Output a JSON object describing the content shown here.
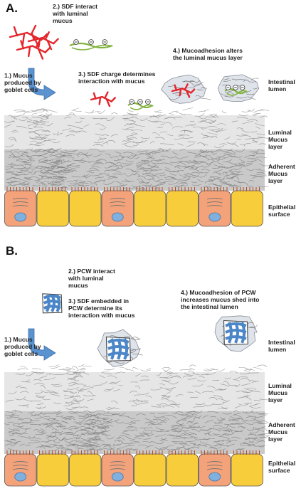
{
  "panels": [
    {
      "letter": "A.",
      "step1": "1.) Mucus\nproduced by\ngoblet cells",
      "step2": "2.) SDF interact\nwith luminal\nmucus",
      "step3": "3.) SDF charge determines\ninteraction with mucus",
      "step4": "4.) Mucoadhesion alters\nthe luminal mucus layer",
      "lumen": "Intestinal\nlumen",
      "luminal": "Luminal\nMucus\nlayer",
      "adherent": "Adherent\nMucus\nlayer",
      "epithelial": "Epithelial\nsurface"
    },
    {
      "letter": "B.",
      "step1": "1.) Mucus\nproduced by\ngoblet cells",
      "step2": "2.) PCW interact\nwith luminal\nmucus",
      "step3": "3.) SDF embedded in\nPCW determine its\ninteraction with mucus",
      "step4": "4.) Mucoadhesion of PCW\nincreases mucus shed into\nthe intestinal lumen",
      "lumen": "Intestinal\nlumen",
      "luminal": "Luminal\nMucus\nlayer",
      "adherent": "Adherent\nMucus\nlayer",
      "epithelial": "Epithelial\nsurface"
    }
  ],
  "colors": {
    "luminal_layer": "#e6e6e6",
    "adherent_layer": "#c9c9c9",
    "goblet_cell": "#f4a27a",
    "enterocyte": "#f7cd3c",
    "nucleus": "#7fb0de",
    "mucus_red": "#e3262b",
    "sdf_green": "#82b341",
    "pcw_blue": "#4a86c8",
    "arrow_blue": "#5b93d0"
  }
}
